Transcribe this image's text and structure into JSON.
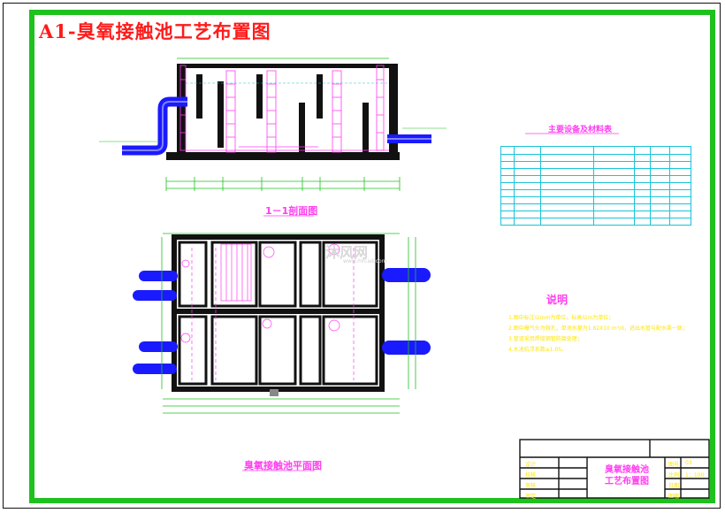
{
  "drawing": {
    "title": "A1-臭氧接触池工艺布置图",
    "section_title": "1－1剖面图",
    "plan_title": "臭氧接触池平面图",
    "table_title": "主要设备及材料表",
    "notes_title": "说明",
    "notes": [
      "1.图中标注以mm为单位，标高以m为单位；",
      "2.图中曝气头为微孔，单池水量为1.82X10 m³/d，进出水管与配水渠一致；",
      "3.管道采用焊接钢管防腐处理；",
      "4.水池抗浮系数≥1.05。"
    ],
    "title_block": {
      "drawing_name_line1": "臭氧接触池",
      "drawing_name_line2": "工艺布置图",
      "left_labels": [
        "设计",
        "校核",
        "审核",
        "审定"
      ],
      "right_labels": [
        "图号",
        "比例",
        "日期",
        "图幅"
      ],
      "right_values": [
        "03",
        "1：100",
        "",
        ""
      ]
    },
    "watermark": {
      "text": "沐风网",
      "sub": "www.mfcad.com"
    },
    "colors": {
      "frame": "#1ec21e",
      "title": "#ff1a1a",
      "structure": "#111111",
      "pipe": "#1a1aff",
      "equipment": "#ff3df0",
      "table": "#19c3d8",
      "notes": "#ffe600",
      "dimensions": "#1ec21e"
    }
  }
}
